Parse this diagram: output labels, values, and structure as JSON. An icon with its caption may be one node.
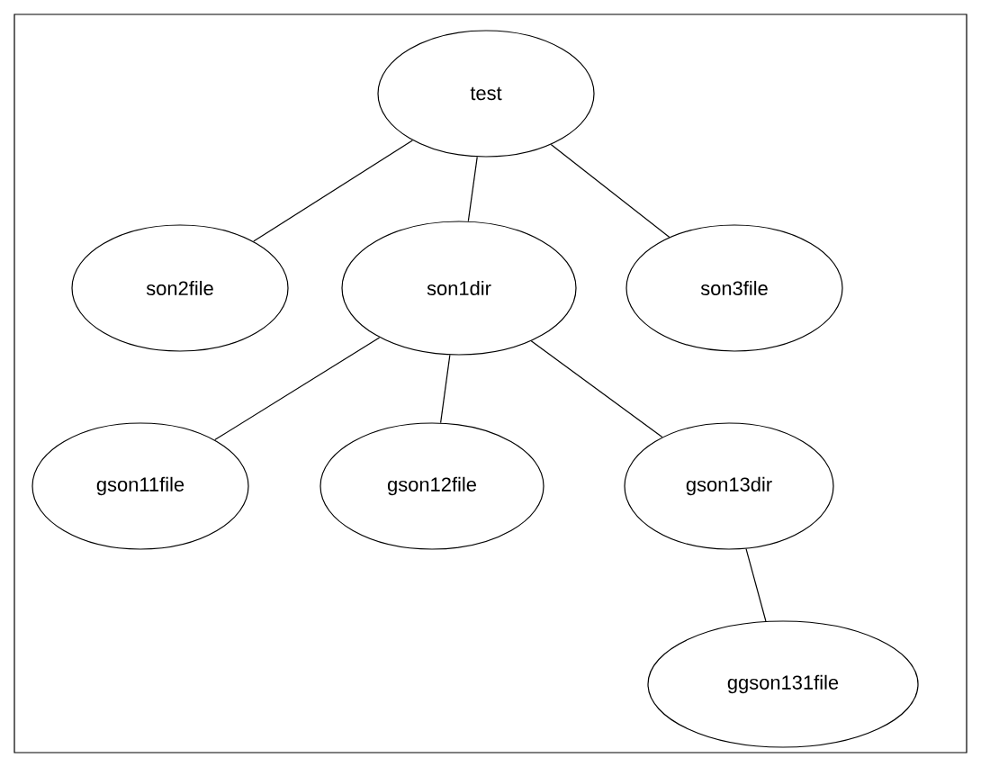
{
  "diagram": {
    "nodes": [
      {
        "text": [
          "test"
        ]
      },
      {
        "text": [
          "son2file"
        ]
      },
      {
        "text": [
          "son1dir"
        ]
      },
      {
        "text": [
          "son3file"
        ]
      },
      {
        "text": [
          "gson11file"
        ]
      },
      {
        "text": [
          "gson12file"
        ]
      },
      {
        "text": [
          "gson13dir"
        ]
      },
      {
        "text": [
          "ggson131file"
        ]
      }
    ],
    "edges": [
      {
        "from": 0,
        "to": 1,
        "arrow": "none"
      },
      {
        "from": 0,
        "to": 2,
        "arrow": "none"
      },
      {
        "from": 0,
        "to": 3,
        "arrow": "none"
      },
      {
        "from": 2,
        "to": 4,
        "arrow": "none"
      },
      {
        "from": 2,
        "to": 5,
        "arrow": "none"
      },
      {
        "from": 2,
        "to": 6,
        "arrow": "none"
      },
      {
        "from": 6,
        "to": 7,
        "arrow": "none"
      }
    ]
  }
}
